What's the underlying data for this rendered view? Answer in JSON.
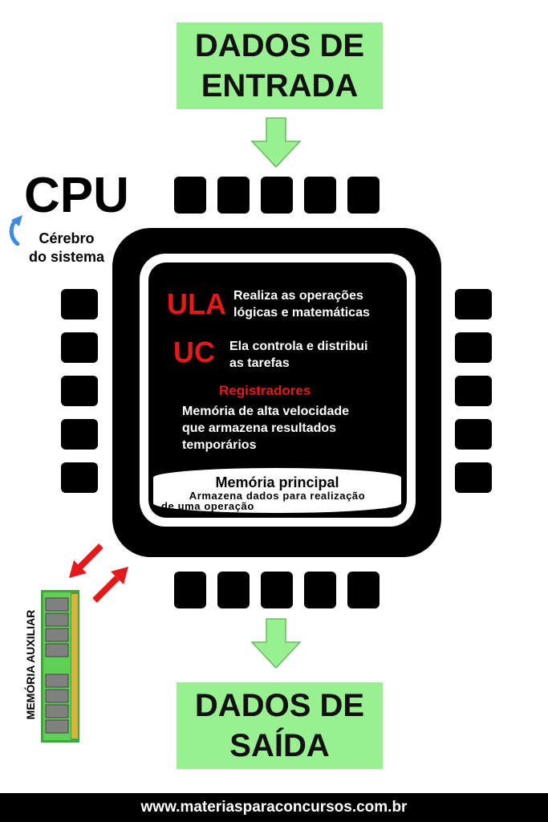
{
  "input": {
    "line1": "DADOS DE",
    "line2": "ENTRADA"
  },
  "output": {
    "line1": "DADOS DE",
    "line2": "SAÍDA"
  },
  "cpu": {
    "title": "CPU",
    "subtitle_line1": "Cérebro",
    "subtitle_line2": "do sistema"
  },
  "ula": {
    "label": "ULA",
    "desc_line1": "Realiza as operações",
    "desc_line2": "lógicas e matemáticas"
  },
  "uc": {
    "label": "UC",
    "desc_line1": "Ela controla e distribui",
    "desc_line2": "as tarefas"
  },
  "registradores": {
    "label": "Registradores",
    "desc_line1": "Memória de alta velocidade",
    "desc_line2": "que armazena resultados",
    "desc_line3": "temporários"
  },
  "memoria_principal": {
    "title": "Memória principal",
    "desc_line1": "Armazena dados para realização",
    "desc_line2": "de uma operação"
  },
  "memoria_auxiliar": {
    "label": "MEMÓRIA AUXILIAR"
  },
  "footer": {
    "url": "www.materiasparaconcursos.com.br"
  },
  "colors": {
    "green_box": "#99f090",
    "arrow_green": "#99f090",
    "red": "#e41919",
    "ram_green": "#3fa83a"
  }
}
